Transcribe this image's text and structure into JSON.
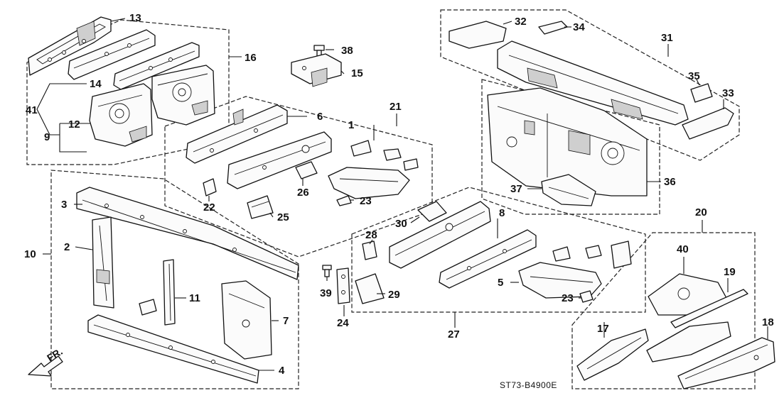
{
  "diagram": {
    "code": "ST73-B4900E",
    "direction": "FR.",
    "callouts": {
      "n1": "1",
      "n2": "2",
      "n3": "3",
      "n4": "4",
      "n5": "5",
      "n6": "6",
      "n7": "7",
      "n8": "8",
      "n9": "9",
      "n10": "10",
      "n11": "11",
      "n12": "12",
      "n13": "13",
      "n14": "14",
      "n15": "15",
      "n16": "16",
      "n17": "17",
      "n18": "18",
      "n19": "19",
      "n20": "20",
      "n21": "21",
      "n22": "22",
      "n23a": "23",
      "n23b": "23",
      "n24": "24",
      "n25": "25",
      "n26": "26",
      "n27": "27",
      "n28": "28",
      "n29": "29",
      "n30": "30",
      "n31": "31",
      "n32": "32",
      "n33": "33",
      "n34": "34",
      "n35": "35",
      "n36": "36",
      "n37": "37",
      "n38": "38",
      "n39": "39",
      "n40": "40",
      "n41": "41"
    }
  }
}
